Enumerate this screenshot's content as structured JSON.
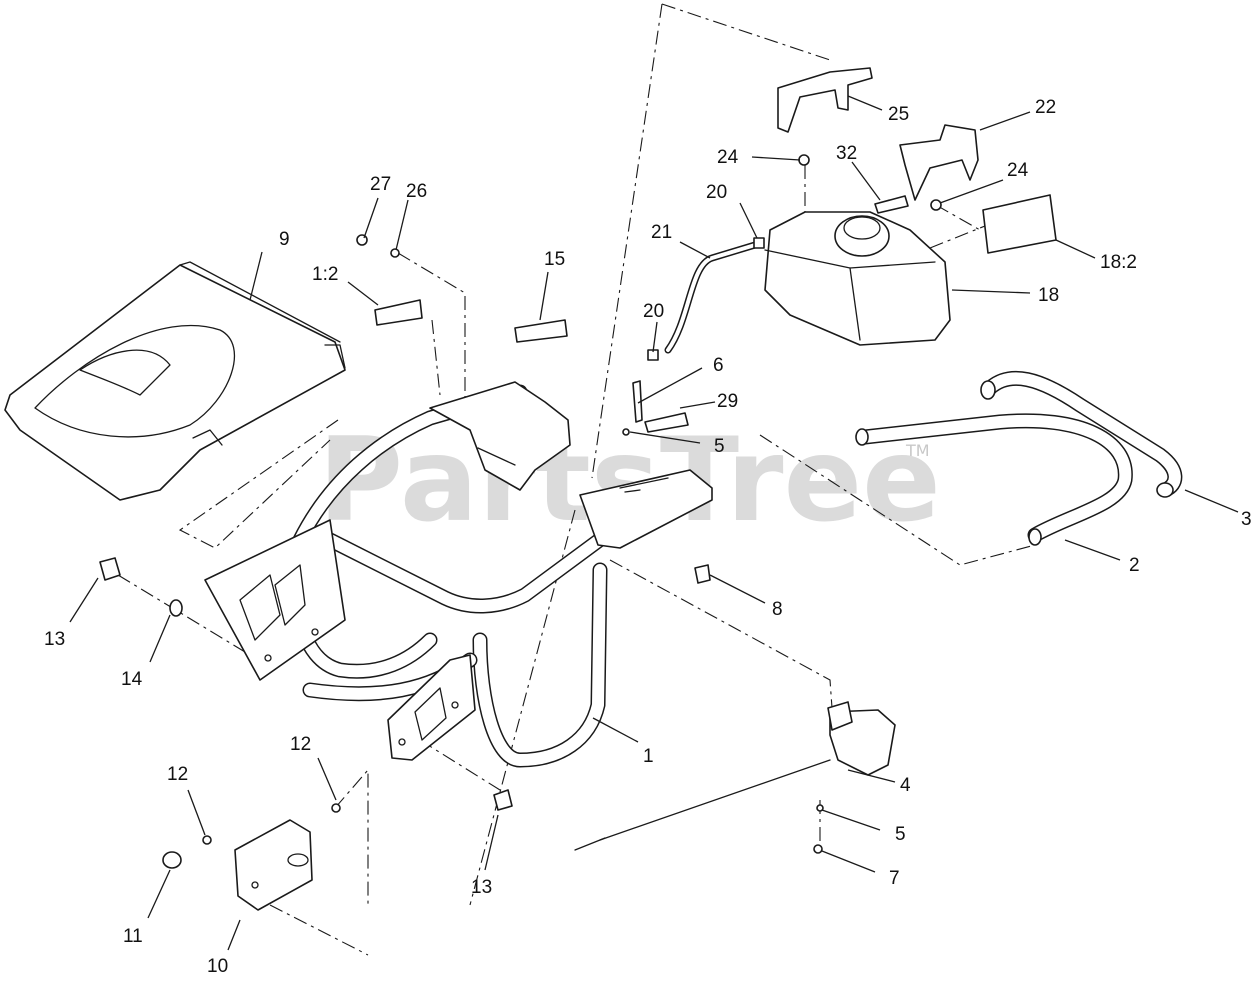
{
  "watermark": {
    "brand": "PartsTree",
    "trademark": "TM"
  },
  "callouts": [
    {
      "id": "c1",
      "label": "1"
    },
    {
      "id": "c2",
      "label": "2"
    },
    {
      "id": "c3",
      "label": "3"
    },
    {
      "id": "c4",
      "label": "4"
    },
    {
      "id": "c5a",
      "label": "5"
    },
    {
      "id": "c5b",
      "label": "5"
    },
    {
      "id": "c6",
      "label": "6"
    },
    {
      "id": "c7",
      "label": "7"
    },
    {
      "id": "c8",
      "label": "8"
    },
    {
      "id": "c9",
      "label": "9"
    },
    {
      "id": "c10",
      "label": "10"
    },
    {
      "id": "c11",
      "label": "11"
    },
    {
      "id": "c12a",
      "label": "12"
    },
    {
      "id": "c12b",
      "label": "12"
    },
    {
      "id": "c13a",
      "label": "13"
    },
    {
      "id": "c13b",
      "label": "13"
    },
    {
      "id": "c14",
      "label": "14"
    },
    {
      "id": "c15",
      "label": "15"
    },
    {
      "id": "c18",
      "label": "18"
    },
    {
      "id": "c18_2",
      "label": "18:2"
    },
    {
      "id": "c1_2",
      "label": "1:2"
    },
    {
      "id": "c20a",
      "label": "20"
    },
    {
      "id": "c20b",
      "label": "20"
    },
    {
      "id": "c21",
      "label": "21"
    },
    {
      "id": "c22",
      "label": "22"
    },
    {
      "id": "c24a",
      "label": "24"
    },
    {
      "id": "c24b",
      "label": "24"
    },
    {
      "id": "c25",
      "label": "25"
    },
    {
      "id": "c26",
      "label": "26"
    },
    {
      "id": "c27",
      "label": "27"
    },
    {
      "id": "c29",
      "label": "29"
    },
    {
      "id": "c32",
      "label": "32"
    }
  ]
}
